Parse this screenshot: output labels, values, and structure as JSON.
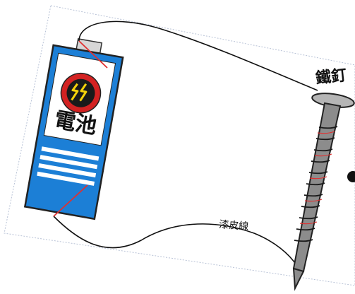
{
  "diagram": {
    "battery_label": "電池",
    "nail_label": "鐵釘",
    "wire_label": "漆皮線"
  },
  "colors": {
    "battery_blue": "#1c7fd6",
    "battery_white": "#ffffff",
    "warning_red": "#d32222",
    "bolt_yellow": "#f5d20a",
    "nail_gray": "#8c8c8c",
    "coil_red": "#e03030",
    "sheet_outline": "#aab3c4",
    "wire": "#111111"
  },
  "icons": {
    "battery_symbol": "lightning-bolt-icon"
  }
}
